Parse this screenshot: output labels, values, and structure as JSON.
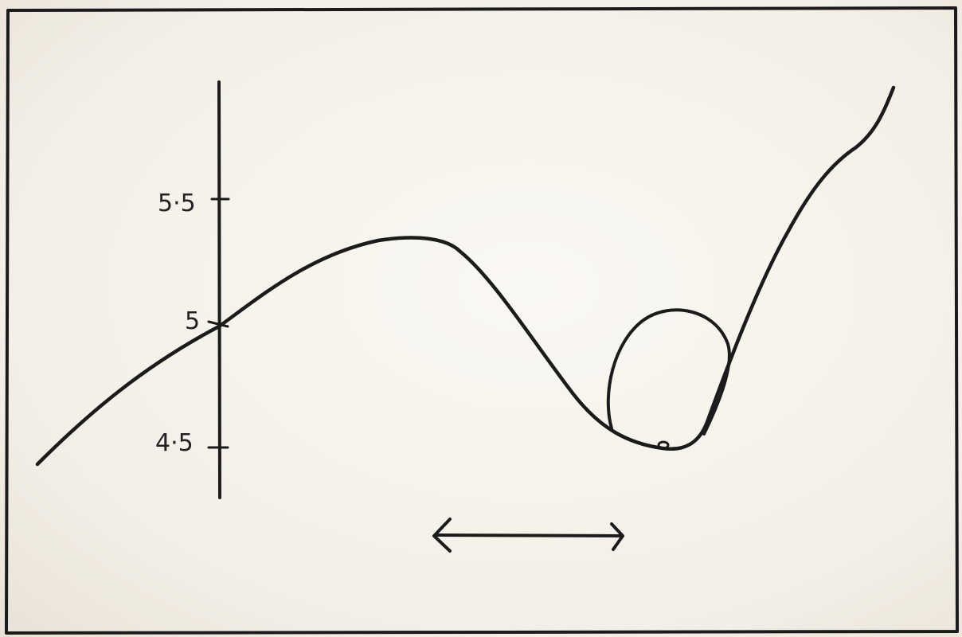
{
  "diagram": {
    "axis": {
      "ticks": [
        {
          "label": "5·5"
        },
        {
          "label": "5"
        },
        {
          "label": "4·5"
        }
      ]
    },
    "ink_color": "#1b1b1b",
    "paper_color": "#f6f3ec"
  }
}
